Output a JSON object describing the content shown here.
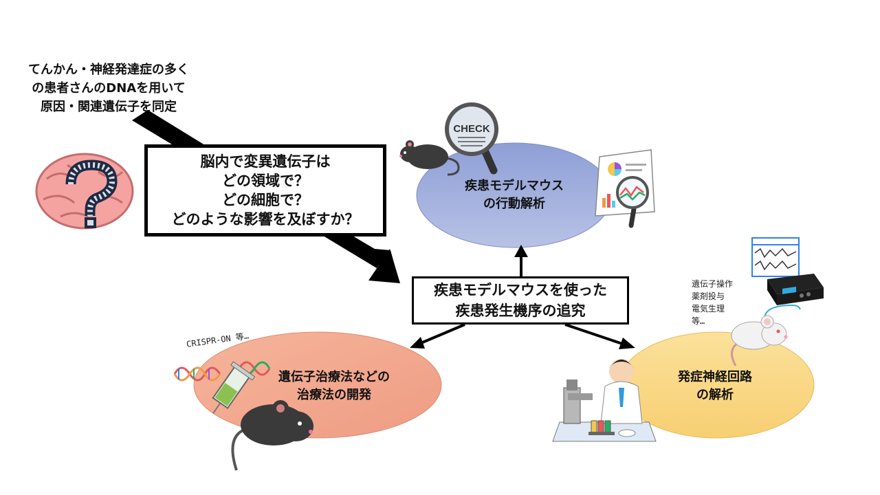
{
  "intro": {
    "lines": [
      "てんかん・神経発達症の多く",
      "の患者さんのDNAを用いて",
      "原因・関連遺伝子を同定"
    ]
  },
  "question_box": {
    "lines": [
      "脳内で変異遺伝子は",
      "どの領域で？",
      "どの細胞で？",
      "どのような影響を及ぼすか？"
    ]
  },
  "center_box": {
    "lines": [
      "疾患モデルマウスを使った",
      "疾患発生機序の追究"
    ]
  },
  "top_ellipse": {
    "lines": [
      "疾患モデルマウス",
      "の行動解析"
    ],
    "color": "#a3b0dd"
  },
  "left_ellipse": {
    "lines": [
      "遺伝子治療法などの",
      "治療法の開発"
    ],
    "color": "#f1a88f"
  },
  "right_ellipse": {
    "lines": [
      "発症神経回路",
      "の解析"
    ],
    "color": "#fbd98a"
  },
  "crispr_note": "CRISPR-ON 等…",
  "check_label": "CHECK",
  "manipulation_note": {
    "lines": [
      "遺伝子操作",
      "薬剤投与",
      "電気生理",
      "等…"
    ]
  },
  "icons": [
    "brain-question-icon",
    "magnifier-check-icon",
    "black-mouse-icon",
    "chart-magnifier-icon",
    "dna-syringe-icon",
    "scientist-microscope-icon",
    "recorder-device-icon",
    "white-mouse-icon"
  ]
}
